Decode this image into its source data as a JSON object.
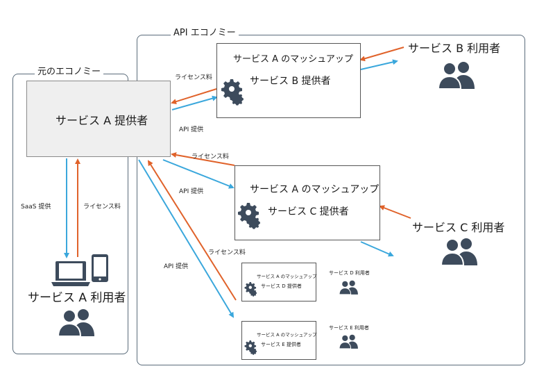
{
  "regions": {
    "original": "元のエコノミー",
    "api": "API エコノミー"
  },
  "boxes": {
    "provider_a": "サービス A 提供者",
    "mashup_b": {
      "line1": "サービス A のマッシュアップ",
      "line2": "サービス B 提供者"
    },
    "mashup_c": {
      "line1": "サービス A のマッシュアップ",
      "line2": "サービス C 提供者"
    },
    "mashup_d": {
      "line1": "サービス A のマッシュアップ",
      "line2": "サービス D 提供者"
    },
    "mashup_e": {
      "line1": "サービス A のマッシュアップ",
      "line2": "サービス E 提供者"
    }
  },
  "users": {
    "a": "サービス A  利用者",
    "b": "サービス B  利用者",
    "c": "サービス C  利用者",
    "d": "サービス D  利用者",
    "e": "サービス E  利用者"
  },
  "flows": {
    "license_b": "ライセンス料",
    "api_b": "API 提供",
    "license_c": "ライセンス料",
    "api_c": "API 提供",
    "saas": "SaaS 提供",
    "license_a": "ライセンス料",
    "license_de": "ライセンス料",
    "api_de": "API 提供"
  },
  "colors": {
    "orange": "#e0622a",
    "blue": "#3aa7dc",
    "icon": "#3d4b5c",
    "border": "#5a6b7a"
  },
  "icons": [
    "gear-icon",
    "users-icon",
    "laptop-icon",
    "phone-icon"
  ]
}
